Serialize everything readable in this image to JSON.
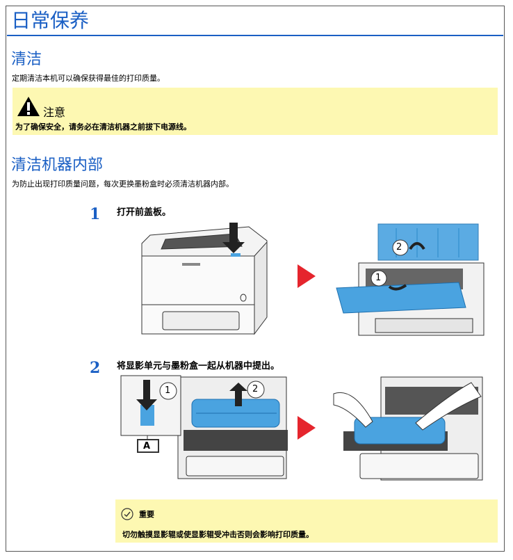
{
  "title": "日常保养",
  "section_clean": {
    "heading": "清洁",
    "body": "定期清洁本机可以确保获得最佳的打印质量。"
  },
  "caution": {
    "icon": "warning-triangle-icon",
    "title": "注意",
    "text": "为了确保安全，请务必在清洁机器之前拔下电源线。"
  },
  "section_inside": {
    "heading": "清洁机器内部",
    "body": "为防止出现打印质量问题，每次更换墨粉盒时必须清洁机器内部。"
  },
  "steps": [
    {
      "number": "1",
      "text": "打开前盖板。",
      "callouts": [
        "2",
        "1"
      ]
    },
    {
      "number": "2",
      "text": "将显影单元与墨粉盒一起从机器中提出。",
      "callouts": [
        "1",
        "2"
      ],
      "inset_label": "A"
    }
  ],
  "important": {
    "icon": "check-circle-icon",
    "title": "重要",
    "text": "切勿触摸显影辊或使显影辊受冲击否则会影响打印质量。"
  },
  "colors": {
    "heading_blue": "#1a5fc4",
    "note_yellow": "#fdf8b2",
    "part_blue": "#4aa3e0",
    "arrow_red": "#e5252d"
  }
}
